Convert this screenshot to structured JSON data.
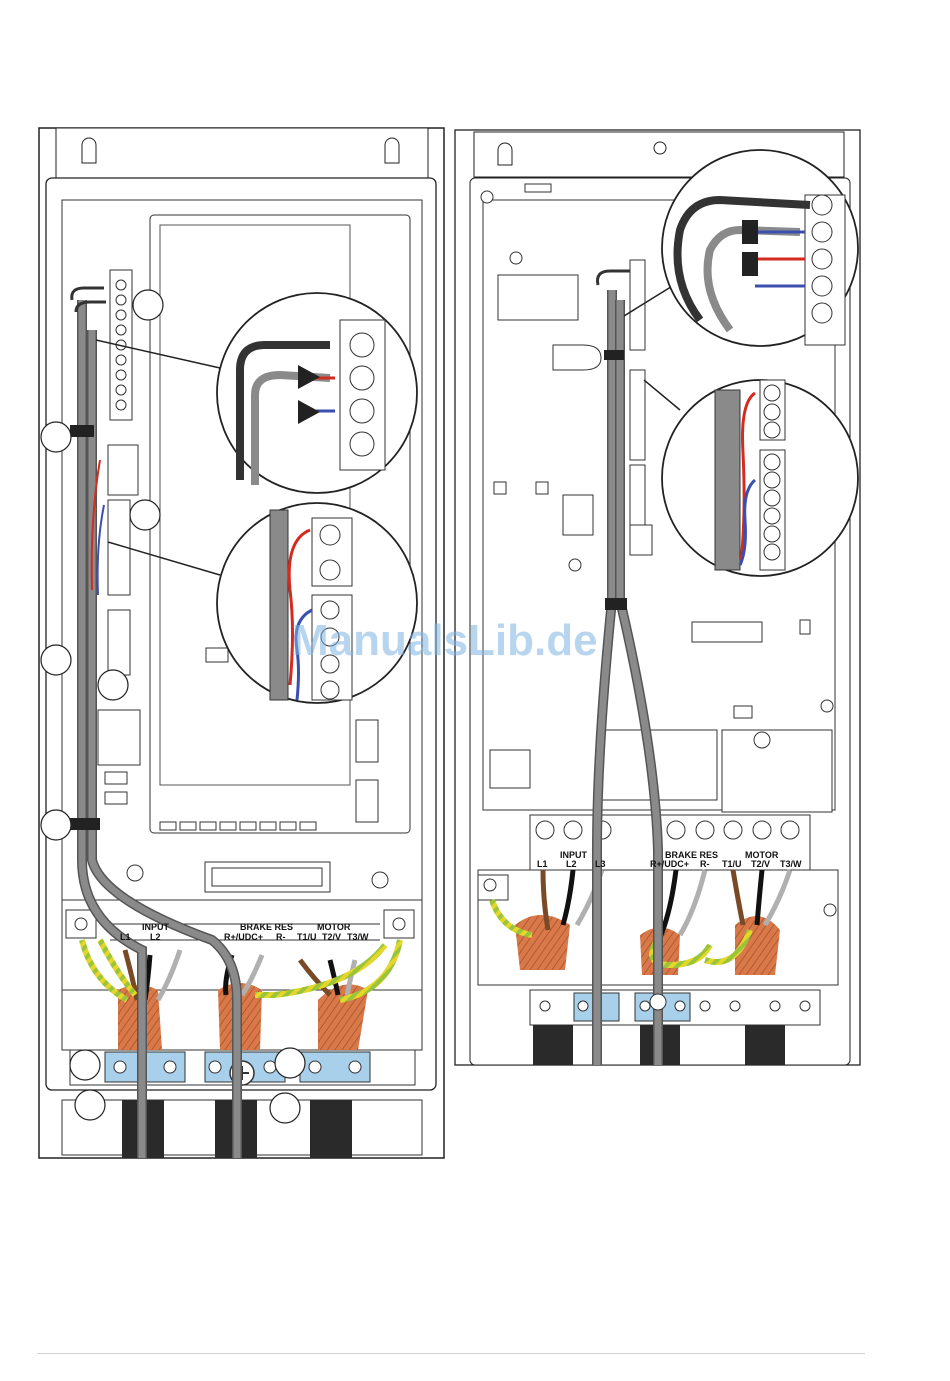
{
  "watermark": "ManualsLib.de",
  "left_drive": {
    "terminal_labels": {
      "input": "INPUT",
      "l1": "L1",
      "l2": "L2",
      "brake_res": "BRAKE RES",
      "r_plus": "R+/UDC+",
      "r_minus": "R-",
      "motor": "MOTOR",
      "t1": "T1/U",
      "t2": "T2/V",
      "t3": "T3/W"
    }
  },
  "right_drive": {
    "terminal_labels": {
      "input": "INPUT",
      "l1": "L1",
      "l2": "L2",
      "l3": "L3",
      "brake_res": "BRAKE RES",
      "r_plus": "R+/UDC+",
      "r_minus": "R-",
      "motor": "MOTOR",
      "t1": "T1/U",
      "t2": "T2/V",
      "t3": "T3/W"
    }
  },
  "colors": {
    "cable_grey": "#8a8a8a",
    "cable_dark": "#333333",
    "wire_red": "#d42a1f",
    "wire_blue": "#3a4fb0",
    "wire_brown": "#7a4a26",
    "pe_green": "#9ac43a",
    "pe_yellow": "#e5d62a",
    "shield_copper": "#d9794a",
    "clamp_blue": "#a8d0ea"
  }
}
